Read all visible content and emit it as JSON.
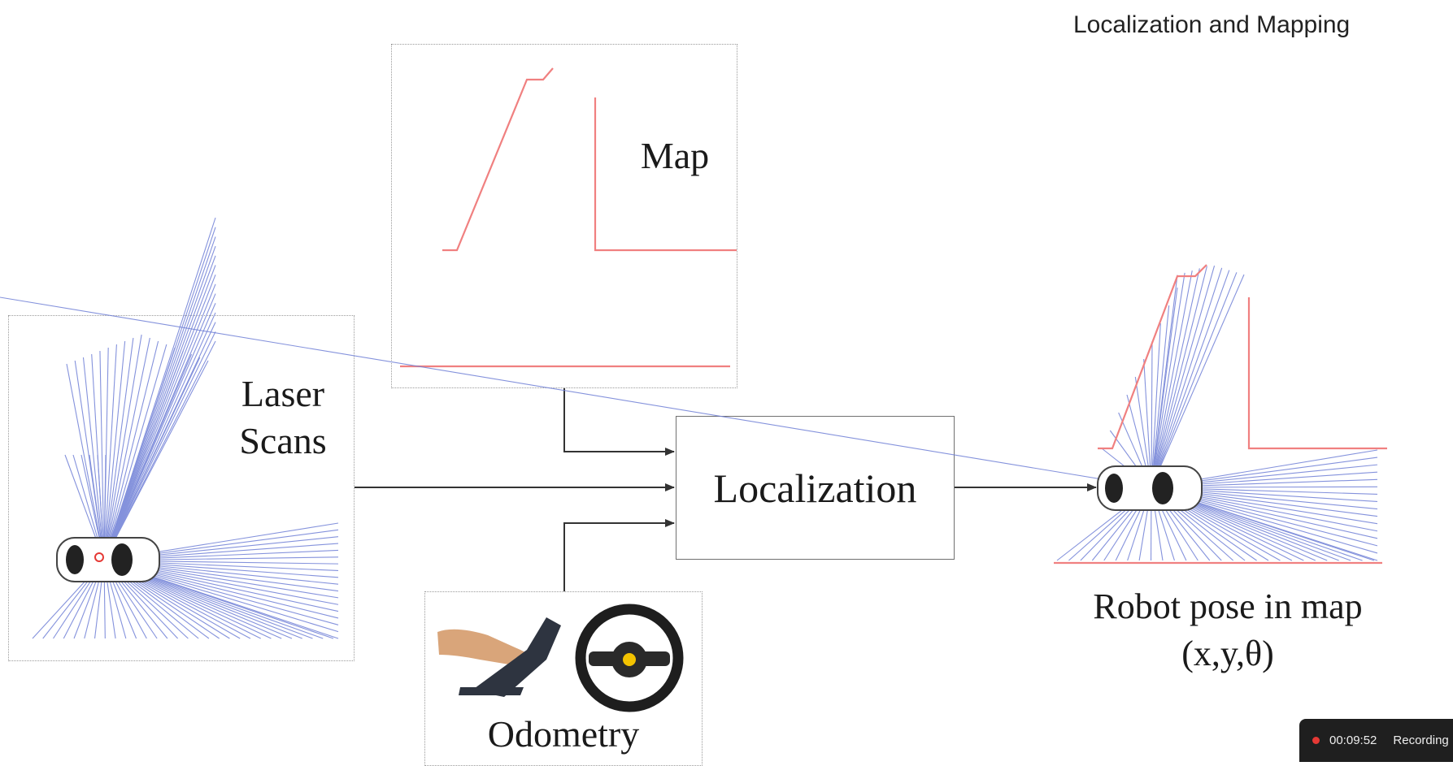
{
  "slide": {
    "title": "Localization and Mapping"
  },
  "inputs": {
    "laser_scans": "Laser\nScans",
    "map": "Map",
    "odometry": "Odometry"
  },
  "process": {
    "localization": "Localization"
  },
  "output": {
    "robot_pose": "Robot pose in map\n(x,y,θ)"
  },
  "recording": {
    "time": "00:09:52",
    "label": "Recording"
  },
  "colors": {
    "scan_ray": "#6f7fd6",
    "map_wall": "#f08080",
    "arrow": "#333333",
    "recording_dot": "#e53935"
  }
}
